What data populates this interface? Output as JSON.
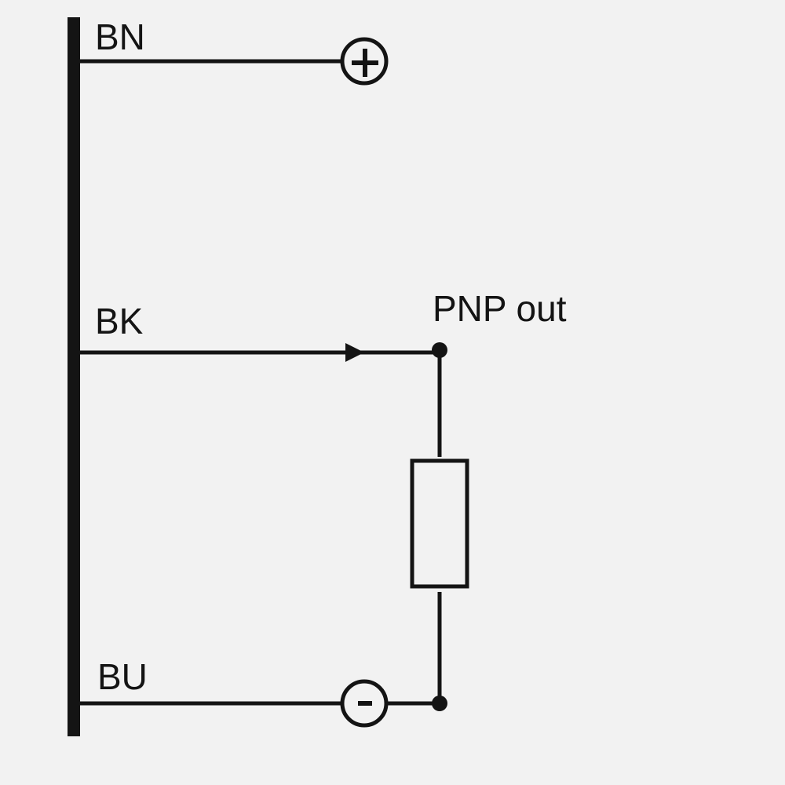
{
  "diagram": {
    "wires": {
      "bn_label": "BN",
      "bk_label": "BK",
      "bu_label": "BU"
    },
    "output_label": "PNP out",
    "terminals": {
      "positive_icon": "plus-circle-icon",
      "negative_icon": "minus-circle-icon"
    },
    "colors": {
      "ink": "#141414",
      "background": "#f2f2f2"
    }
  }
}
